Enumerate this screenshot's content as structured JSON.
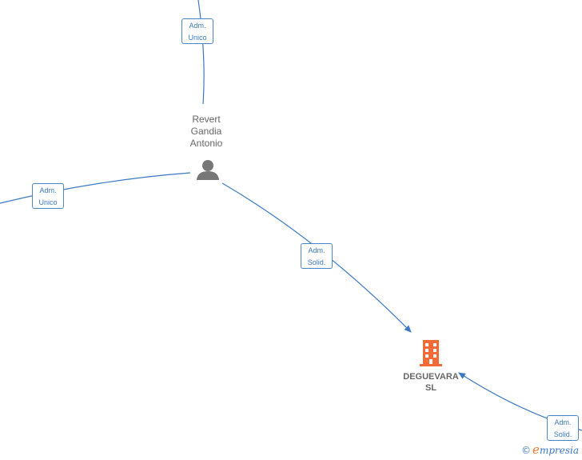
{
  "person": {
    "name_lines": [
      "Revert",
      "Gandia",
      "Antonio"
    ]
  },
  "company": {
    "name_lines": [
      "DEGUEVARA",
      "SL"
    ]
  },
  "edges": [
    {
      "role_lines": [
        "Adm.",
        "Unico"
      ]
    },
    {
      "role_lines": [
        "Adm.",
        "Unico"
      ]
    },
    {
      "role_lines": [
        "Adm.",
        "Solid."
      ]
    },
    {
      "role_lines": [
        "Adm.",
        "Solid."
      ]
    }
  ],
  "brand": {
    "copyright": "©",
    "initial": "e",
    "rest": "mpresia"
  },
  "colors": {
    "edge": "#3c78c3",
    "company_icon": "#f26a35",
    "person_icon": "#777777"
  }
}
